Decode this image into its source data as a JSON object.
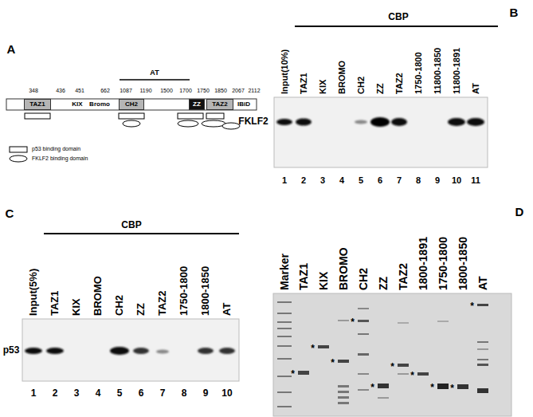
{
  "diagram": {
    "nodes": [
      {
        "text": [
          "TAZ1"
        ]
      },
      {
        "text": [
          "CH2"
        ]
      },
      {
        "text": [
          "ZZ"
        ]
      },
      {
        "text": [
          "TAZ2"
        ]
      }
    ],
    "labels": [
      "A",
      "AT",
      "348",
      "436",
      "451",
      "662",
      "1087",
      "1190",
      "1500",
      "1700",
      "1750",
      "1850",
      "2067",
      "2112",
      "KIX",
      "Bromo",
      "IBiD",
      "B",
      "CBP",
      "Input(10%)",
      "TAZ1",
      "KIX",
      "BROMO",
      "CH2",
      "ZZ",
      "TAZ2",
      "1750-1800",
      "11800-1850",
      "11800-1891",
      "AT",
      "FKLF2",
      "1",
      "2",
      "3",
      "4",
      "5",
      "6",
      "7",
      "8",
      "9",
      "10",
      "11",
      "C",
      "CBP",
      "Input(5%)",
      "TAZ1",
      "KIX",
      "BROMO",
      "CH2",
      "ZZ",
      "TAZ2",
      "1750-1800",
      "1800-1850",
      "AT",
      "p53",
      "1",
      "2",
      "3",
      "4",
      "5",
      "6",
      "7",
      "8",
      "9",
      "10",
      "D",
      "Marker",
      "TAZ1",
      "KIX",
      "BROMO",
      "CH2",
      "ZZ",
      "TAZ2",
      "1800-1891",
      "1750-1800",
      "1800-1850",
      "AT",
      "*",
      "*",
      "*",
      "*",
      "*",
      "*",
      "*",
      "*",
      "*",
      "*"
    ],
    "legend": [
      {
        "text": "p53 binding domain"
      },
      {
        "text": "FKLF2 binding domain"
      }
    ]
  }
}
